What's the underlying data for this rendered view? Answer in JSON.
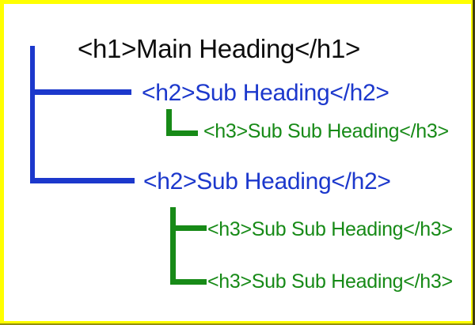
{
  "colors": {
    "background": "#ffffff",
    "border": "#ffff00",
    "h1_text": "#0d0d0d",
    "h2_text": "#1c38cc",
    "h3_text": "#178a17",
    "tree_blue": "#1c38cc",
    "tree_green": "#178a17"
  },
  "diagram": {
    "description": "HTML heading hierarchy tree",
    "nodes": [
      {
        "level": "h1",
        "code": "<h1>Main Heading</h1>"
      },
      {
        "level": "h2",
        "code": "<h2>Sub Heading</h2>"
      },
      {
        "level": "h3",
        "code": "<h3>Sub Sub Heading</h3>"
      },
      {
        "level": "h2",
        "code": "<h2>Sub Heading</h2>"
      },
      {
        "level": "h3",
        "code": "<h3>Sub Sub Heading</h3>"
      },
      {
        "level": "h3",
        "code": "<h3>Sub Sub Heading</h3>"
      }
    ]
  }
}
